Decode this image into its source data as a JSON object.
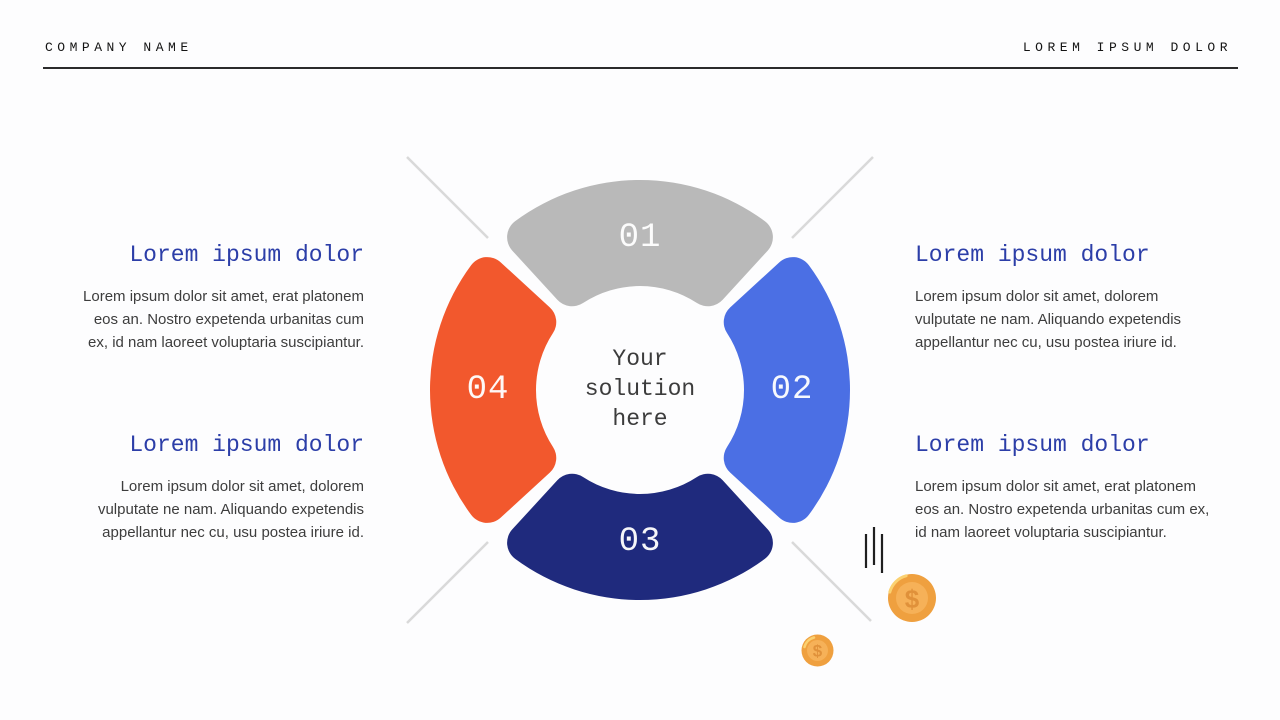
{
  "header": {
    "company_name": "COMPANY NAME",
    "right_label": "LOREM IPSUM DOLOR"
  },
  "blocks": {
    "left_top": {
      "title": "Lorem ipsum dolor",
      "lines": [
        "Lorem ipsum dolor sit amet, erat platonem",
        "eos an. Nostro expetenda urbanitas cum",
        "ex, id nam laoreet voluptaria suscipiantur."
      ]
    },
    "left_bottom": {
      "title": "Lorem ipsum dolor",
      "lines": [
        "Lorem ipsum dolor sit amet, dolorem",
        "vulputate ne nam. Aliquando expetendis",
        "appellantur nec cu, usu postea iriure id."
      ]
    },
    "right_top": {
      "title": "Lorem ipsum dolor",
      "lines": [
        "Lorem ipsum dolor sit amet, dolorem",
        "vulputate ne nam. Aliquando expetendis",
        "appellantur nec cu, usu postea iriure id."
      ]
    },
    "right_bottom": {
      "title": "Lorem ipsum dolor",
      "lines": [
        "Lorem ipsum dolor sit amet, erat platonem",
        "eos an. Nostro expetenda urbanitas cum ex,",
        "id nam laoreet voluptaria suscipiantur."
      ]
    }
  },
  "diagram": {
    "center_text": "Your\nsolution\nhere",
    "label_color": "#ffffff",
    "segments": [
      {
        "label": "01",
        "color": "#b9b9b9",
        "position": "top"
      },
      {
        "label": "02",
        "color": "#4b6fe4",
        "position": "right"
      },
      {
        "label": "03",
        "color": "#1f2a7d",
        "position": "bottom"
      },
      {
        "label": "04",
        "color": "#f2582d",
        "position": "left"
      }
    ]
  },
  "decorations": {
    "currency_symbol": "$"
  },
  "colors": {
    "accent_title": "#2c3ea8",
    "body_text": "#3d3d3d",
    "header_text": "#141414",
    "cross_line": "#d9d9d9",
    "motion_line": "#1f1f1f",
    "coin_ring": "#efa03f",
    "coin_face": "#f6b158",
    "coin_highlight": "#fbd170",
    "coin_symbol_color": "#e0913a"
  }
}
